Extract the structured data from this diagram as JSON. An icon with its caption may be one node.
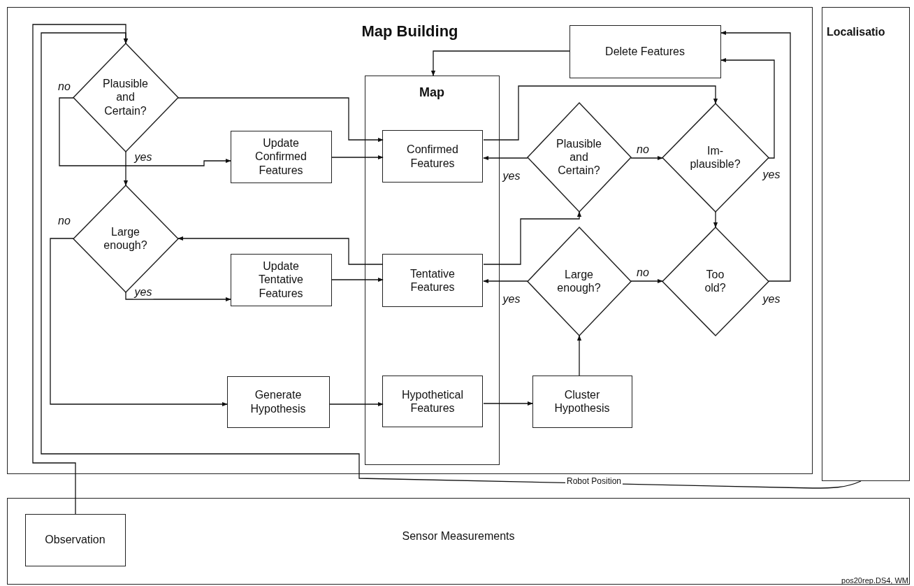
{
  "diagram": {
    "nodes": [
      {
        "text": [
          "Map Building"
        ]
      },
      {
        "text": [
          "Localisatio"
        ]
      },
      {
        "text": [
          "Sensor Measurements"
        ]
      },
      {
        "text": [
          "Observation"
        ],
        "in": 2
      },
      {
        "text": [
          "Plausible and Certain?"
        ],
        "in": 0
      },
      {
        "text": [
          "Update Confirmed Features"
        ],
        "in": 0
      },
      {
        "text": [
          "Large enough?"
        ],
        "in": 0
      },
      {
        "text": [
          "Update Tentative Features"
        ],
        "in": 0
      },
      {
        "text": [
          "Generate Hypothesis"
        ],
        "in": 0
      },
      {
        "text": [
          "Map"
        ],
        "in": 0
      },
      {
        "text": [
          "Confirmed Features"
        ],
        "in": 9
      },
      {
        "text": [
          "Tentative Features"
        ],
        "in": 9
      },
      {
        "text": [
          "Hypothetical Features"
        ],
        "in": 9
      },
      {
        "text": [
          "Delete Features"
        ],
        "in": 0
      },
      {
        "text": [
          "Plausible and Certain?"
        ],
        "in": 0
      },
      {
        "text": [
          "Im- plausible?"
        ],
        "in": 0
      },
      {
        "text": [
          "Large enough?"
        ],
        "in": 0
      },
      {
        "text": [
          "Too old?"
        ],
        "in": 0
      },
      {
        "text": [
          "Cluster Hypothesis"
        ],
        "in": 0
      }
    ],
    "edges": [
      {
        "from": 3,
        "to": 4,
        "arrow": "to"
      },
      {
        "from": 1,
        "to": 4,
        "arrow": "to",
        "label": "Robot Position"
      },
      {
        "from": 4,
        "to": 6,
        "arrow": "to",
        "label": "no"
      },
      {
        "from": 4,
        "to": 5,
        "arrow": "to",
        "label": "yes"
      },
      {
        "from": 4,
        "to": 10,
        "arrow": "to"
      },
      {
        "from": 5,
        "to": 10,
        "arrow": "to"
      },
      {
        "from": 6,
        "to": 8,
        "arrow": "to",
        "label": "no"
      },
      {
        "from": 6,
        "to": 7,
        "arrow": "to",
        "label": "yes"
      },
      {
        "from": 7,
        "to": 11,
        "arrow": "to"
      },
      {
        "from": 11,
        "to": 6,
        "arrow": "to"
      },
      {
        "from": 11,
        "to": 14,
        "arrow": "to"
      },
      {
        "from": 10,
        "to": 15,
        "arrow": "to"
      },
      {
        "from": 14,
        "to": 10,
        "arrow": "to",
        "label": "yes"
      },
      {
        "from": 14,
        "to": 15,
        "arrow": "to",
        "label": "no"
      },
      {
        "from": 15,
        "to": 13,
        "arrow": "to",
        "label": "yes"
      },
      {
        "from": 15,
        "to": 17,
        "arrow": "to"
      },
      {
        "from": 16,
        "to": 11,
        "arrow": "to",
        "label": "yes"
      },
      {
        "from": 16,
        "to": 17,
        "arrow": "to",
        "label": "no"
      },
      {
        "from": 17,
        "to": 13,
        "arrow": "to",
        "label": "yes"
      },
      {
        "from": 13,
        "to": 9,
        "arrow": "to"
      },
      {
        "from": 12,
        "to": 18,
        "arrow": "to"
      },
      {
        "from": 18,
        "to": 16,
        "arrow": "to"
      },
      {
        "from": 8,
        "to": 12,
        "arrow": "to"
      }
    ],
    "labels": [
      "pos20rep.DS4, WM"
    ]
  }
}
